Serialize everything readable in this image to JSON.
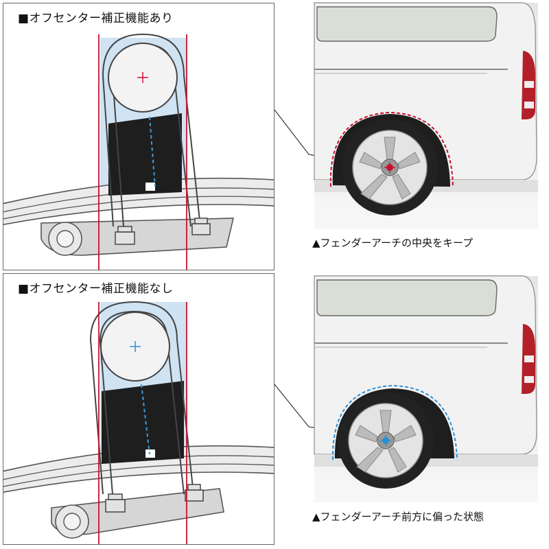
{
  "panels": {
    "top": {
      "heading": "■オフセンター補正機能あり",
      "caption": "▲フェンダーアーチの中央をキープ",
      "accent_color": "#c8102e"
    },
    "bottom": {
      "heading": "■オフセンター補正機能なし",
      "caption": "▲フェンダーアーチ前方に偏った状態",
      "accent_color": "#2b8fd6"
    }
  },
  "colors": {
    "guide_line": "#c8102e",
    "highlight_band": "#cfe3f3",
    "block": "#1e1e1e",
    "spring": "#e9e9e9",
    "van_body": "#f2f2f2",
    "glass": "#d9dfd6",
    "tail_light": "#b3202a"
  }
}
